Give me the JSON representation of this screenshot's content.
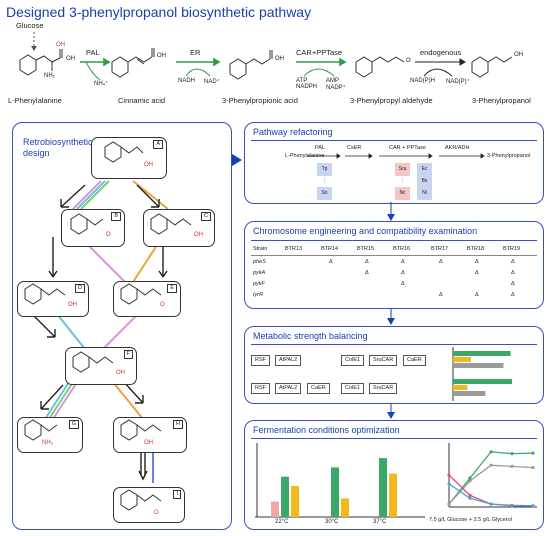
{
  "title": "Designed 3-phenylpropanol biosynthetic pathway",
  "top_pathway": {
    "glucose": "Glucose",
    "compounds": [
      "L-Phenylalanine",
      "Cinnamic acid",
      "3-Phenylpropionic acid",
      "3-Phenylpropyl aldehyde",
      "3-Phenylpropanol"
    ],
    "atoms": {
      "nh2": "NH₂",
      "oh": "OH",
      "o": "O"
    },
    "steps": [
      {
        "enzyme": "PAL",
        "cofactors_in": "",
        "cofactors_out": "NH₄⁺"
      },
      {
        "enzyme": "ER",
        "cofactors_in": "NADH",
        "cofactors_out": "NAD⁺"
      },
      {
        "enzyme": "CAR+PPTase",
        "cofactors_in": "ATP NADPH",
        "cofactors_out": "AMP NADP⁺"
      },
      {
        "enzyme": "endogenous",
        "cofactors_in": "NAD(P)H",
        "cofactors_out": "NAD(P)⁺"
      }
    ]
  },
  "retro": {
    "title_line1": "Retrobiosynthetic",
    "title_line2": "design",
    "molecules": [
      {
        "tag": "A",
        "group": "OH"
      },
      {
        "tag": "B",
        "group": "O"
      },
      {
        "tag": "C",
        "group": "OH"
      },
      {
        "tag": "D",
        "group": "OH"
      },
      {
        "tag": "E",
        "group": "O"
      },
      {
        "tag": "F",
        "group": "OH"
      },
      {
        "tag": "G",
        "group": "NH₂"
      },
      {
        "tag": "H",
        "group": "OH"
      },
      {
        "tag": "I",
        "group": "O"
      }
    ]
  },
  "refactoring": {
    "title": "Pathway refactoring",
    "start": "L-Phenylalanine",
    "steps": [
      "PAL",
      "CsER",
      "CAR + PPTase",
      "AKR/ADH"
    ],
    "end": "3-Phenylpropanol",
    "pal_sources": [
      "Tp",
      "⋮",
      "Sn"
    ],
    "car_sources": [
      "Sru",
      "⋮",
      "Nc"
    ],
    "pptase_sources": [
      "Ec",
      "Bs",
      "Ni"
    ]
  },
  "chromosome": {
    "title": "Chromosome engineering and compatibility examination",
    "header": [
      "Strain",
      "BTR13",
      "BTR14",
      "BTR15",
      "BTR16",
      "BTR17",
      "BTR18",
      "BTR19"
    ],
    "rows": [
      {
        "gene": "pheS",
        "marks": [
          "",
          "Δ",
          "Δ",
          "Δ",
          "Δ",
          "Δ",
          "Δ"
        ]
      },
      {
        "gene": "pykA",
        "marks": [
          "",
          "",
          "Δ",
          "Δ",
          "",
          "Δ",
          "Δ"
        ]
      },
      {
        "gene": "pykF",
        "marks": [
          "",
          "",
          "",
          "Δ",
          "",
          "",
          "Δ"
        ]
      },
      {
        "gene": "tyrR",
        "marks": [
          "",
          "",
          "",
          "",
          "Δ",
          "Δ",
          "Δ"
        ]
      }
    ]
  },
  "metabolic": {
    "title": "Metabolic strength balancing",
    "constructs": [
      {
        "ori": "RSF",
        "genes": [
          "AtPAL2"
        ]
      },
      {
        "ori": "ColE1",
        "genes": [
          "SruCAR",
          "CaER"
        ]
      },
      {
        "ori": "RSF",
        "genes": [
          "AtPAL2",
          "CaER"
        ]
      },
      {
        "ori": "ColE1",
        "genes": [
          "SruCAR"
        ]
      }
    ],
    "bars_group1": [
      {
        "color": "#3aa86b",
        "value": 0.8
      },
      {
        "color": "#f2b91e",
        "value": 0.25
      },
      {
        "color": "#9a9a9a",
        "value": 0.7
      }
    ],
    "bars_group2": [
      {
        "color": "#3aa86b",
        "value": 0.82
      },
      {
        "color": "#f2b91e",
        "value": 0.2
      },
      {
        "color": "#9a9a9a",
        "value": 0.45
      }
    ]
  },
  "fermentation": {
    "title": "Fermentation conditions optimization",
    "temps": [
      "22°C",
      "30°C",
      "37°C"
    ],
    "bar_series": [
      {
        "name": "",
        "color": "#f2a6a6",
        "values": [
          0.25,
          0,
          0
        ]
      },
      {
        "name": "",
        "color": "#3aa86b",
        "values": [
          0.65,
          0.8,
          0.95
        ]
      },
      {
        "name": "",
        "color": "#f2b91e",
        "values": [
          0.5,
          0.3,
          0.7
        ]
      }
    ],
    "line_caption": "7.5 g/L Glucose + 2.5 g/L Glycerol",
    "line_series": [
      {
        "color": "#3aa86b",
        "values": [
          0.05,
          0.5,
          0.95,
          0.92,
          0.93
        ]
      },
      {
        "color": "#9a9a9a",
        "values": [
          0.05,
          0.45,
          0.72,
          0.7,
          0.68
        ]
      },
      {
        "color": "#e0507a",
        "values": [
          0.55,
          0.2,
          0.05,
          0.03,
          0.02
        ]
      },
      {
        "color": "#4aa3d8",
        "values": [
          0.4,
          0.15,
          0.05,
          0.02,
          0.02
        ]
      }
    ]
  },
  "colors": {
    "accent": "#1a3fb0",
    "panel_border": "#3a4fc0",
    "arrow_green": "#2e9b46",
    "red": "#d03030"
  }
}
